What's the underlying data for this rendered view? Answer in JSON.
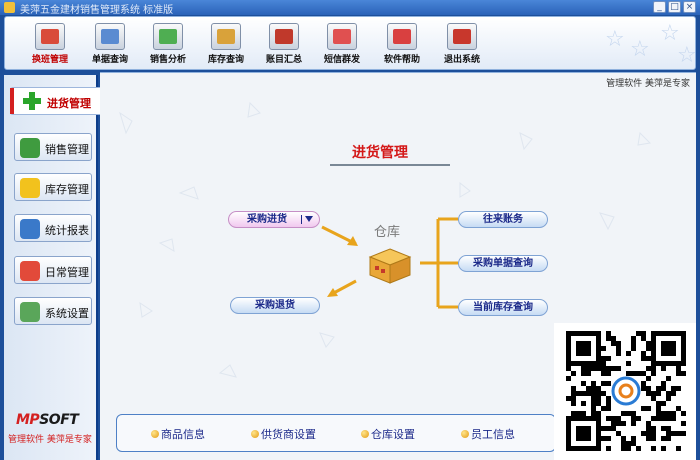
{
  "window": {
    "title": "美萍五金建材销售管理系统 标准版",
    "minimize": "_",
    "maximize": "□",
    "close": "×"
  },
  "toolbar": {
    "buttons": [
      {
        "label": "换班管理",
        "color": "#d94b3a"
      },
      {
        "label": "单据查询",
        "color": "#5a8bd1"
      },
      {
        "label": "销售分析",
        "color": "#4fae52"
      },
      {
        "label": "库存查询",
        "color": "#d9a23a"
      },
      {
        "label": "账目汇总",
        "color": "#c0392b"
      },
      {
        "label": "短信群发",
        "color": "#e05050"
      },
      {
        "label": "软件帮助",
        "color": "#d94040"
      },
      {
        "label": "退出系统",
        "color": "#c8372c"
      }
    ]
  },
  "sidebar": {
    "active": {
      "label": "进货管理"
    },
    "items": [
      {
        "label": "销售管理",
        "color": "#3f9b3f"
      },
      {
        "label": "库存管理",
        "color": "#f2c21d"
      },
      {
        "label": "统计报表",
        "color": "#3a79c9"
      },
      {
        "label": "日常管理",
        "color": "#e24a3a"
      },
      {
        "label": "系统设置",
        "color": "#5aa65a"
      }
    ],
    "logo_mp": "MP",
    "logo_soft": "SOFT",
    "slogan": "管理软件 美萍是专家"
  },
  "main": {
    "topright": "管理软件 美萍是专家",
    "title": "进货管理",
    "purchase_in": "采购进货",
    "purchase_return": "采购退货",
    "warehouse": "仓库",
    "right_links": [
      "往来账务",
      "采购单据查询",
      "当前库存查询"
    ],
    "bottom_links": [
      "商品信息",
      "供货商设置",
      "仓库设置",
      "员工信息"
    ]
  }
}
